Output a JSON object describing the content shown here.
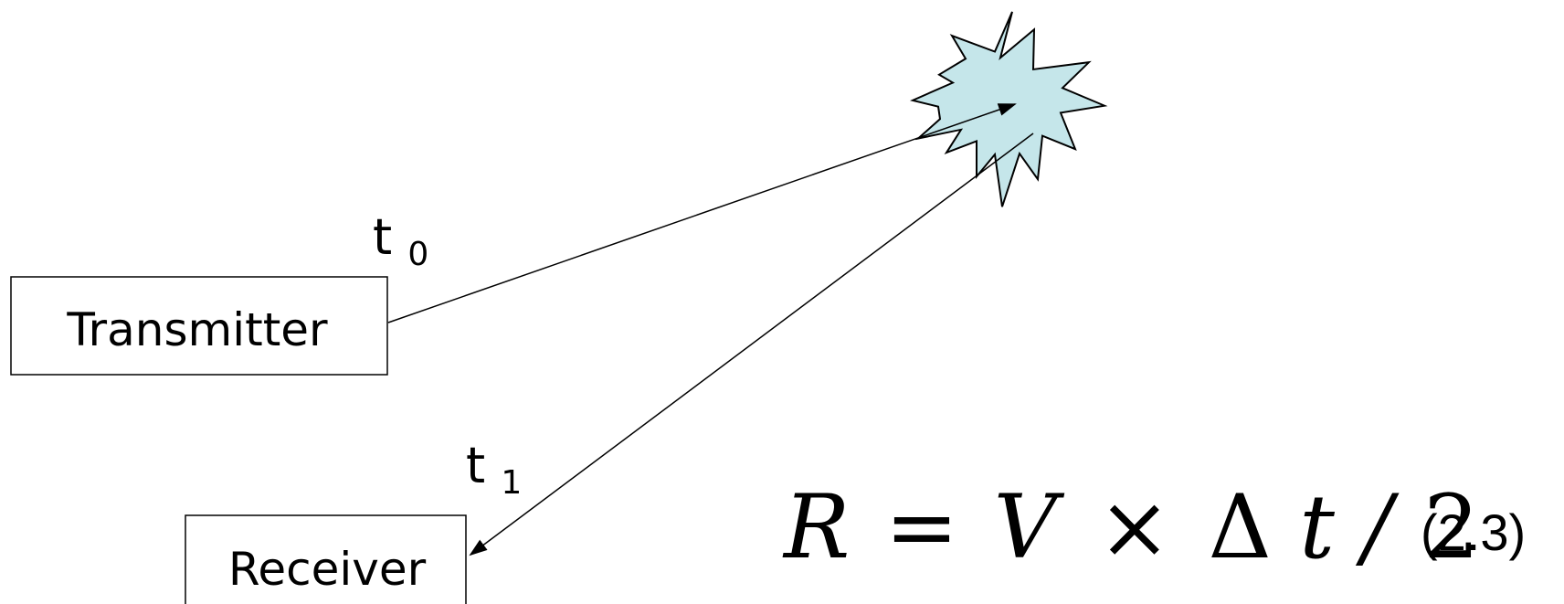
{
  "transmitter": {
    "label": "Transmitter",
    "time": {
      "base": "t",
      "sub": "0"
    }
  },
  "receiver": {
    "label": "Receiver",
    "time": {
      "base": "t",
      "sub": "1"
    }
  },
  "target": {
    "icon": "explosion-star-icon",
    "fill_color": "#c5e6ea"
  },
  "equation": {
    "R": "R",
    "equals": "=",
    "V": "V",
    "times": "×",
    "delta": "Δ",
    "t": "t",
    "divide": " /",
    "two": "2",
    "number": "(2.3)"
  }
}
